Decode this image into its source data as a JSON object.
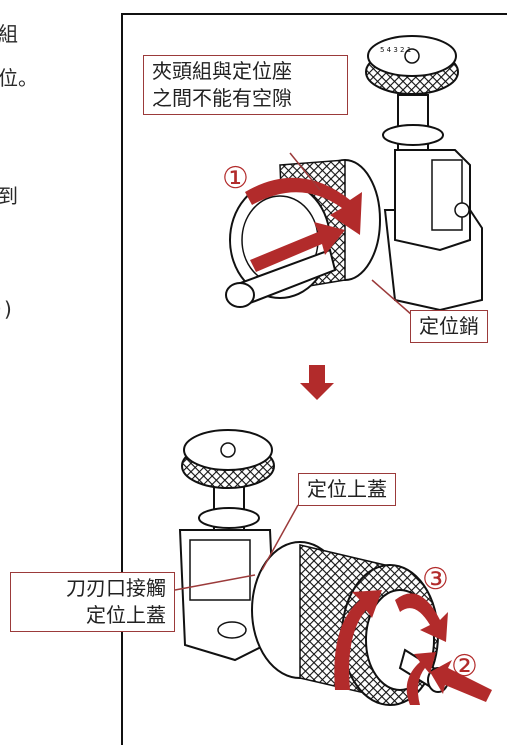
{
  "left_text_fragments": [
    "組",
    "位。",
    "到",
    "）)"
  ],
  "callouts": {
    "gap": {
      "line1": "夾頭組與定位座",
      "line2": "之間不能有空隙"
    },
    "pin": "定位銷",
    "cover": "定位上蓋",
    "edge": {
      "line1": "刀刃口接觸",
      "line2": "定位上蓋"
    }
  },
  "steps": {
    "one": "①",
    "two": "②",
    "three": "③"
  },
  "colors": {
    "accent_red": "#b22b2b",
    "outline": "#1a1a1a",
    "callout_border": "#9b3a3a"
  }
}
